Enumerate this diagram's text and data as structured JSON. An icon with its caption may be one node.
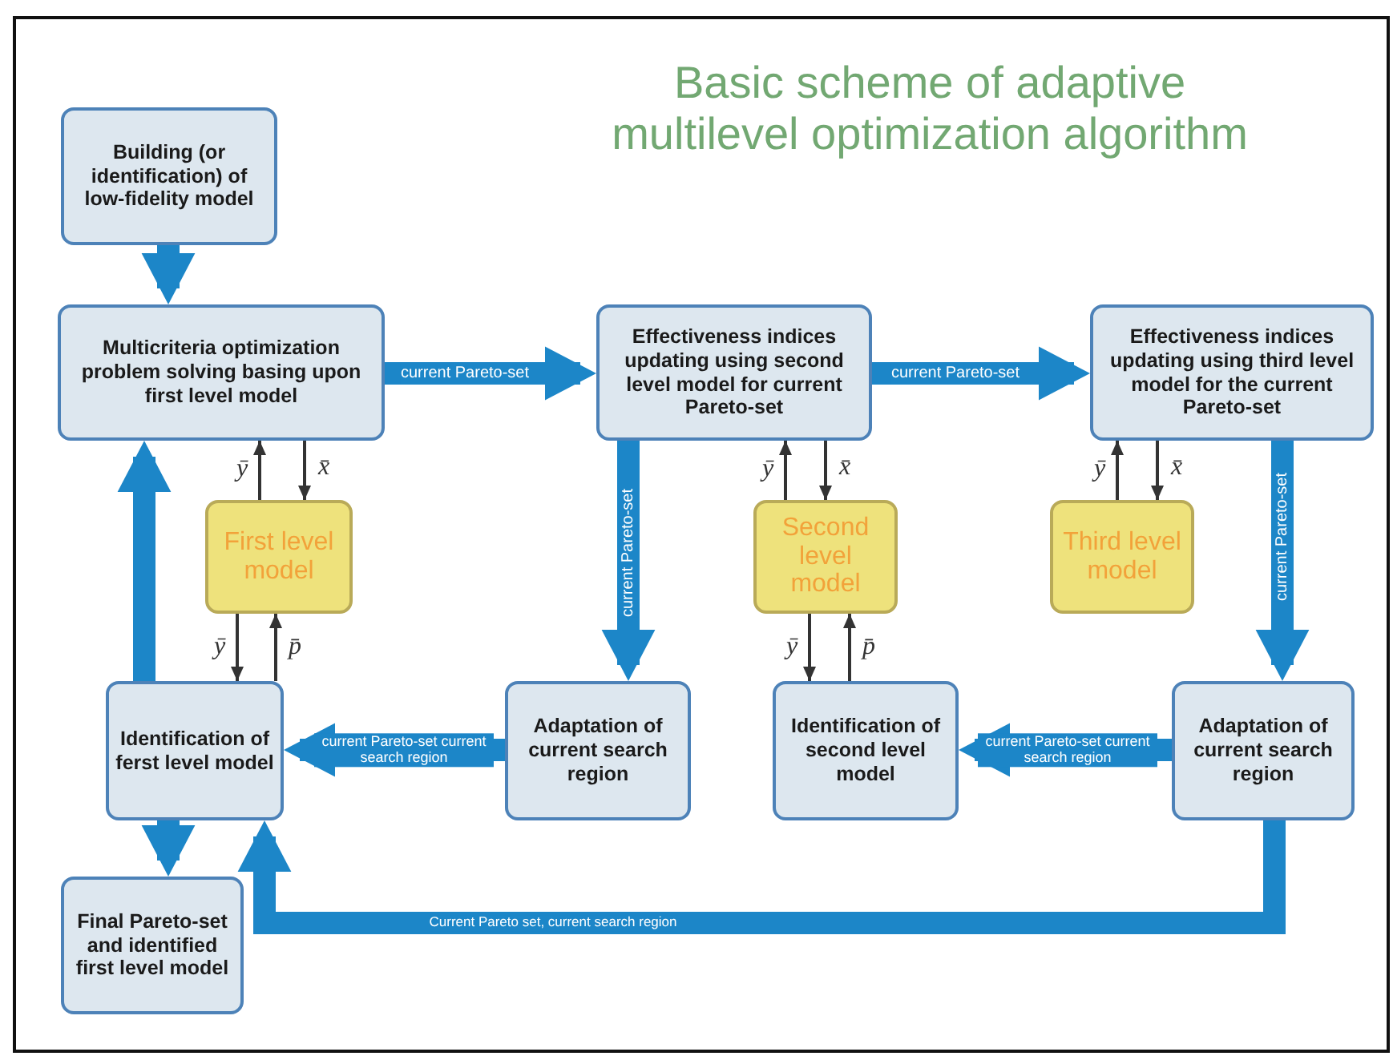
{
  "diagram": {
    "title": "Basic scheme of adaptive multilevel optimization algorithm",
    "nodes": [
      {
        "text": [
          "Building (or identification) of low-fidelity model"
        ]
      },
      {
        "text": [
          "Multicriteria optimization problem solving basing upon first level model"
        ]
      },
      {
        "text": [
          "Effectiveness indices updating using second level model for current Pareto-set"
        ]
      },
      {
        "text": [
          "Effectiveness indices updating using third level model for the current Pareto-set"
        ]
      },
      {
        "text": [
          "First level model"
        ]
      },
      {
        "text": [
          "Second level model"
        ]
      },
      {
        "text": [
          "Third level model"
        ]
      },
      {
        "text": [
          "Identification of ferst level model"
        ]
      },
      {
        "text": [
          "Adaptation of current search region"
        ]
      },
      {
        "text": [
          "Identification of second level model"
        ]
      },
      {
        "text": [
          "Adaptation of current search region"
        ]
      },
      {
        "text": [
          "Final Pareto-set and identified first level model"
        ]
      }
    ],
    "edges": [
      {
        "from": 0,
        "to": 1,
        "arrow": "to",
        "style": "thick"
      },
      {
        "from": 1,
        "to": 2,
        "arrow": "to",
        "style": "thick",
        "label": "current Pareto-set"
      },
      {
        "from": 2,
        "to": 3,
        "arrow": "to",
        "style": "thick",
        "label": "current Pareto-set"
      },
      {
        "from": 2,
        "to": 8,
        "arrow": "to",
        "style": "thick",
        "label": "current Pareto-set"
      },
      {
        "from": 3,
        "to": 10,
        "arrow": "to",
        "style": "thick",
        "label": "current Pareto-set"
      },
      {
        "from": 8,
        "to": 7,
        "arrow": "to",
        "style": "thick",
        "label": "current Pareto-set current search region"
      },
      {
        "from": 10,
        "to": 9,
        "arrow": "to",
        "style": "thick",
        "label": "current Pareto-set current search region"
      },
      {
        "from": 10,
        "to": 7,
        "arrow": "to",
        "style": "thick",
        "label": "Current Pareto set, current search region"
      },
      {
        "from": 7,
        "to": 1,
        "arrow": "to",
        "style": "thick"
      },
      {
        "from": 7,
        "to": 11,
        "arrow": "to",
        "style": "thick"
      },
      {
        "from": 4,
        "to": 1,
        "arrow": "to",
        "color": "#333333",
        "label": "ȳ"
      },
      {
        "from": 1,
        "to": 4,
        "arrow": "to",
        "color": "#333333",
        "label": "x̄"
      },
      {
        "from": 4,
        "to": 7,
        "arrow": "to",
        "color": "#333333",
        "label": "ȳ"
      },
      {
        "from": 7,
        "to": 4,
        "arrow": "to",
        "color": "#333333",
        "label": "p̄"
      },
      {
        "from": 5,
        "to": 2,
        "arrow": "to",
        "color": "#333333",
        "label": "ȳ"
      },
      {
        "from": 2,
        "to": 5,
        "arrow": "to",
        "color": "#333333",
        "label": "x̄"
      },
      {
        "from": 5,
        "to": 9,
        "arrow": "to",
        "color": "#333333",
        "label": "ȳ"
      },
      {
        "from": 9,
        "to": 5,
        "arrow": "to",
        "color": "#333333",
        "label": "p̄"
      },
      {
        "from": 6,
        "to": 3,
        "arrow": "to",
        "color": "#333333",
        "label": "ȳ"
      },
      {
        "from": 3,
        "to": 6,
        "arrow": "to",
        "color": "#333333",
        "label": "x̄"
      }
    ]
  }
}
